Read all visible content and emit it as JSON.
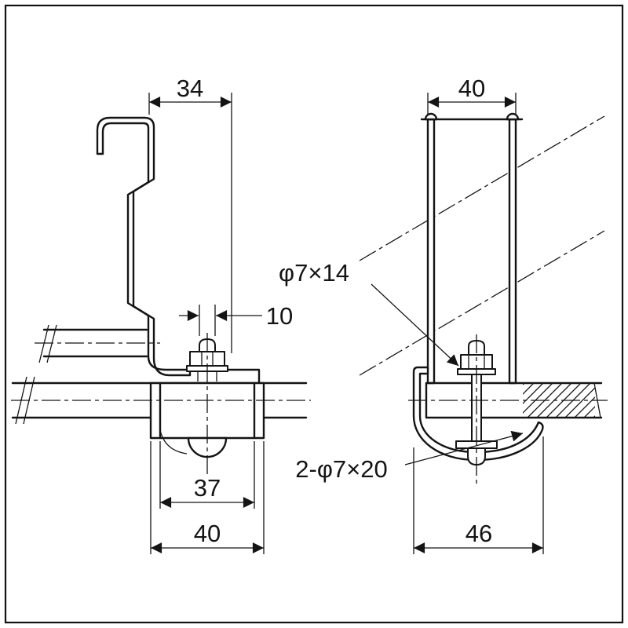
{
  "drawing": {
    "dimensions": {
      "left_top_width": "34",
      "left_slot_width": "10",
      "left_inner_width": "37",
      "left_outer_width": "40",
      "right_channel_width": "40",
      "right_hook_width": "46"
    },
    "labels": {
      "bolt_spec": "φ7×14",
      "hole_spec": "2-φ7×20"
    },
    "colors": {
      "line": "#141414",
      "background": "#ffffff"
    }
  }
}
